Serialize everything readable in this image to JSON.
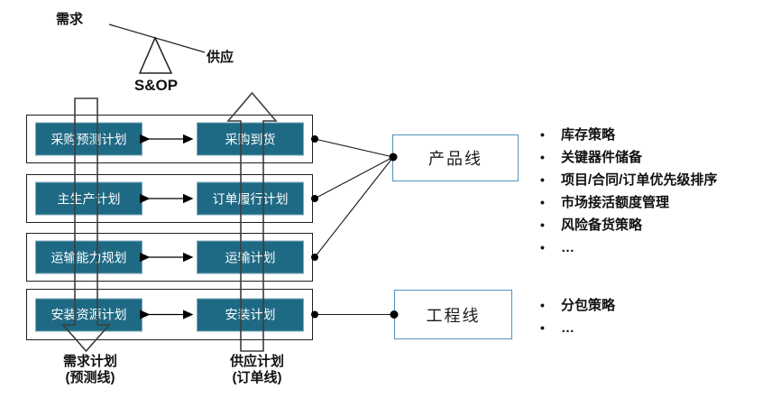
{
  "seesaw": {
    "demand_label": "需求",
    "supply_label": "供应",
    "sop_label": "S&OP"
  },
  "rows": [
    {
      "left": "采购预测计划",
      "right": "采购到货"
    },
    {
      "left": "主生产计划",
      "right": "订单履行计划"
    },
    {
      "left": "运输能力规划",
      "right": "运输计划"
    },
    {
      "left": "安装资源计划",
      "right": "安装计划"
    }
  ],
  "lanes": {
    "demand": {
      "title": "需求计划",
      "subtitle": "(预测线)"
    },
    "supply": {
      "title": "供应计划",
      "subtitle": "(订单线)"
    }
  },
  "groups": [
    {
      "label": "产品线",
      "bullets": [
        "库存策略",
        "关键器件储备",
        "项目/合同/订单优先级排序",
        "市场接活额度管理",
        "风险备货策略",
        "…"
      ]
    },
    {
      "label": "工程线",
      "bullets": [
        "分包策略",
        "…"
      ]
    }
  ],
  "colors": {
    "plan_box_fill": "#1e6a84",
    "plan_box_border": "#7fa8bc",
    "group_box_border": "#4e93bc",
    "lane_outline": "#3d3d3d",
    "connector": "#000000"
  }
}
